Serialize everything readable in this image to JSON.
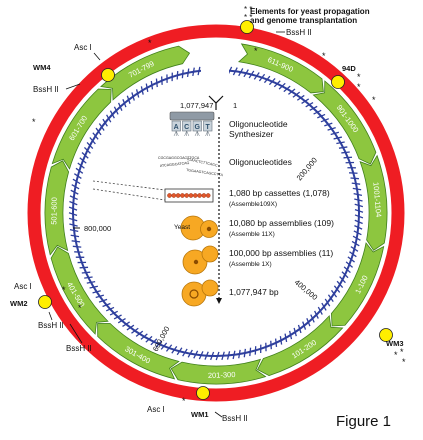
{
  "figure_label": "Figure 1",
  "colors": {
    "outer_ring": "#ef1d23",
    "arrow_ring": "#8dc63f",
    "arrow_stroke": "#3f7f1a",
    "dna_ring": "#2e3f9d",
    "marker": "#ffee00",
    "yeast": "#f7a823"
  },
  "top_element": {
    "line1": "Elements for yeast propagation",
    "line2": "and genome transplantation",
    "site": "BssH II"
  },
  "sites": {
    "wm4": "WM4",
    "asc_top": "Asc I",
    "bssh_top": "BssH II",
    "wm94d": "94D",
    "wm2": "WM2",
    "asc_left": "Asc I",
    "bssh_left1": "BssH II",
    "bssh_left2": "BssH II",
    "wm3": "WM3",
    "wm1": "WM1",
    "asc_bottom": "Asc I",
    "bssh_bottom": "BssH II"
  },
  "origin": {
    "end": "1,077,947",
    "start": "1"
  },
  "coordinates": {
    "c200": "200,000",
    "c400": "400,000",
    "c600": "600,000",
    "c800": "800,000"
  },
  "segments": [
    {
      "label": "611-900"
    },
    {
      "label": "901-1000"
    },
    {
      "label": "1001-1104"
    },
    {
      "label": "1-100"
    },
    {
      "label": "101-200"
    },
    {
      "label": "201-300"
    },
    {
      "label": "301-400"
    },
    {
      "label": "401-500"
    },
    {
      "label": "501-600"
    },
    {
      "label": "601-700"
    },
    {
      "label": "701-799"
    }
  ],
  "steps": {
    "s1": "Oligonucleotide",
    "s1b": "Synthesizer",
    "s2": "Oligonucleotides",
    "s3": "1,080 bp cassettes (1,078)",
    "s3b": "(Assemble109X)",
    "s4": "10,080 bp assemblies (109)",
    "s4b": "(Assemble 11X)",
    "s5": "100,000 bp assemblies (11)",
    "s5b": "(Assemble 1X)",
    "s6": "1,077,947 bp"
  },
  "yeast_label": "Yeast",
  "machine_letters": [
    "A",
    "C",
    "G",
    "T"
  ],
  "oligo_lines": [
    "CGCGAGGCGACTTGCA",
    "TGAACTCTTCAGC",
    "ATCAGGCATCAG",
    "TGGAAGTCAGCCTTA"
  ]
}
